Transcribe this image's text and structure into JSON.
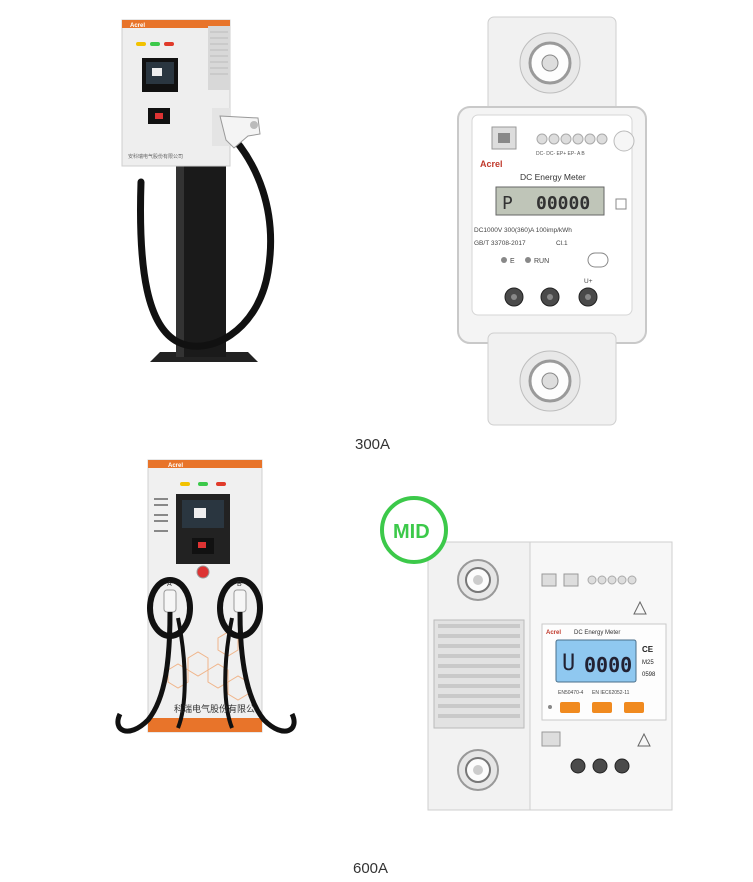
{
  "captions": {
    "row1": "300A",
    "row2": "600A"
  },
  "charger1": {
    "brand": "Acrel",
    "company": "安科瑞电气股份有限公司"
  },
  "meter300": {
    "brand": "Acrel",
    "title": "DC Energy Meter",
    "lcd_mode": "P",
    "lcd_value": "00000",
    "spec_line1": "DC1000V  300(360)A  100imp/kWh",
    "spec_line2": "GB/T 33708-2017",
    "spec_class": "Cl.1",
    "indicator_e": "E",
    "indicator_run": "RUN",
    "terminal_labels": "DC- DC- EP+ EP-  A   B",
    "terminal_u": "U+"
  },
  "charger2": {
    "brand": "Acrel",
    "gun_a": "A",
    "gun_b": "B",
    "company": "科瑞电气股份有限公"
  },
  "meter600": {
    "badge": "MID",
    "brand": "Acrel",
    "title": "DC Energy Meter",
    "lcd_mode": "U",
    "lcd_value": "0000",
    "cert1": "EN50470-4",
    "cert2": "EN IEC62052-11",
    "ce": "CE",
    "m_year": "M25",
    "notified": "0598"
  },
  "colors": {
    "badge_green": "#3cc94a",
    "button_orange": "#f08a1f",
    "lcd_blue": "#8fc8f0",
    "charger_orange": "#e8742a"
  }
}
